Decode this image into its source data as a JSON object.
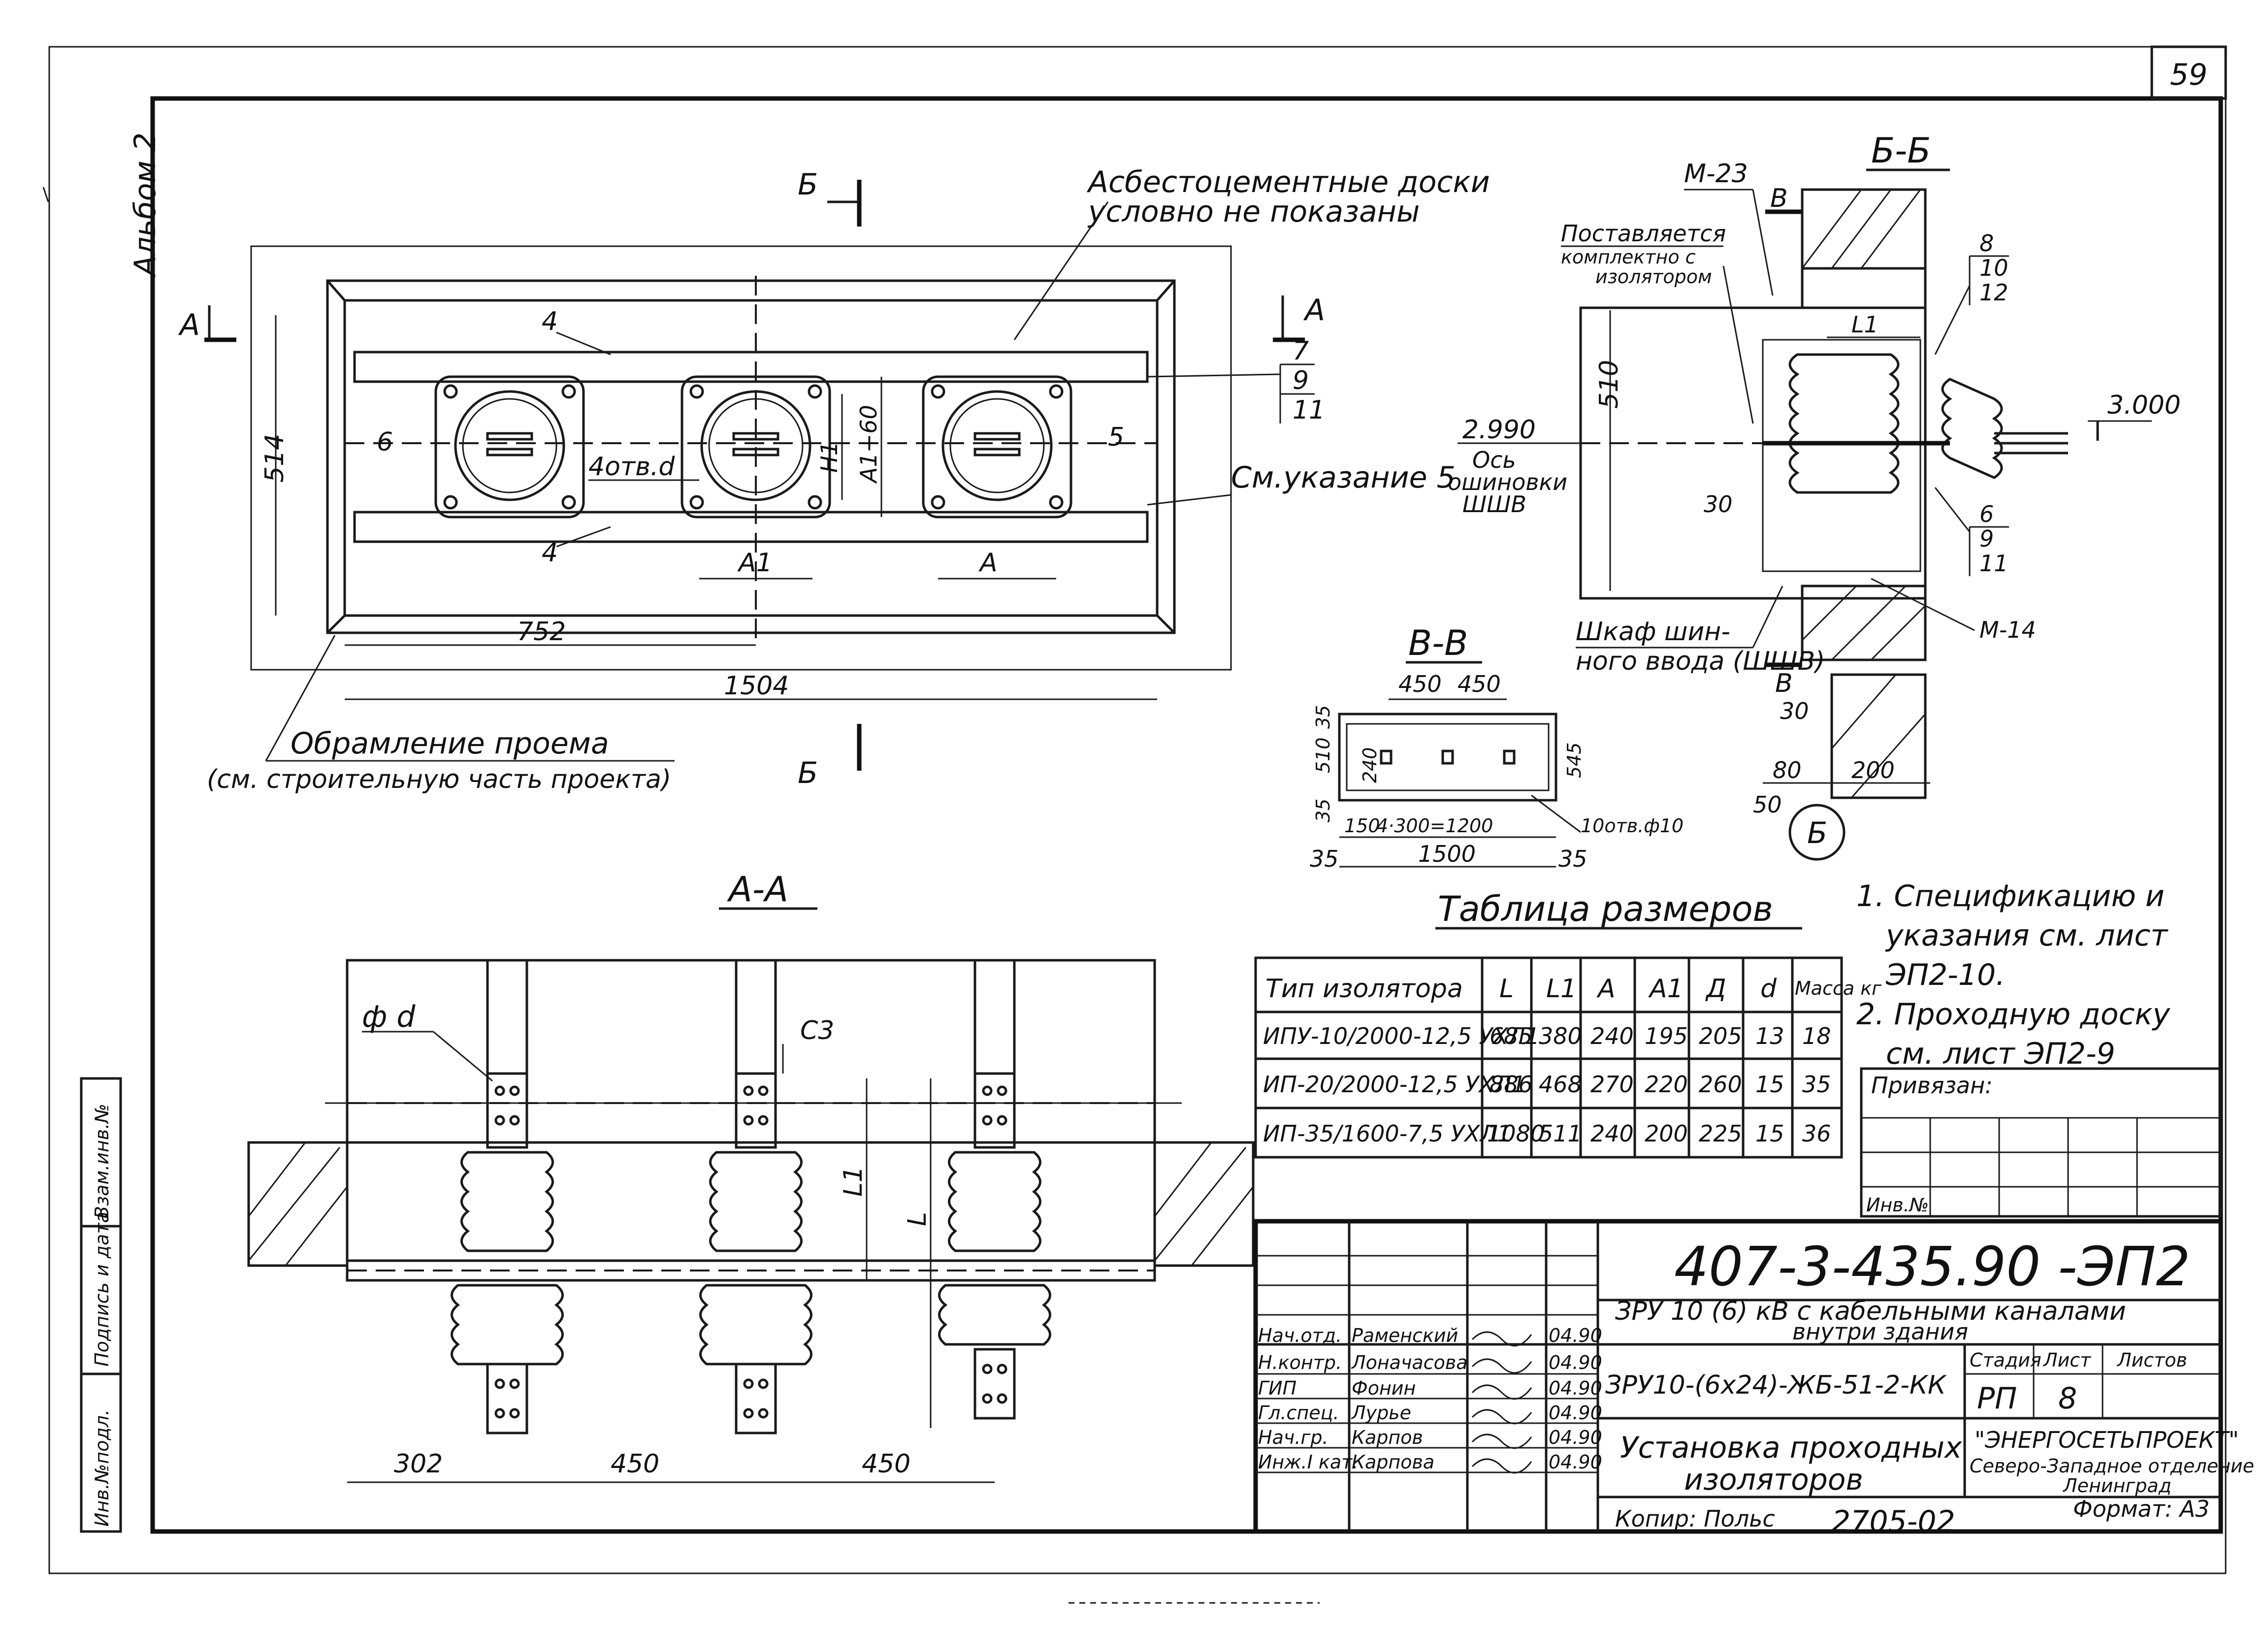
{
  "sheet": {
    "page_number": "59",
    "album": "Альбом 2"
  },
  "side_stamp": [
    "Инв.№подл.",
    "Подпись и дата",
    "Взам.инв.№"
  ],
  "plan": {
    "notes_top": [
      "Асбестоцементные доски",
      "условно не показаны"
    ],
    "section_a": "А",
    "section_b": "Б",
    "marks": {
      "m4": "4",
      "m7": "7",
      "m9": "9",
      "m11": "11",
      "m5": "5",
      "m6": "6"
    },
    "holes_label": "4отв.d",
    "ref_note": "См.указание 5",
    "dims": {
      "height": "514",
      "half": "752",
      "total": "1504",
      "a1": "А1",
      "a": "А",
      "h1": "H1",
      "a1_60": "А1+60"
    },
    "frame_note": [
      "Обрамление проема",
      "(см. строительную часть проекта)"
    ]
  },
  "section_bb": {
    "title": "Б-Б",
    "m23": "М-23",
    "b_mark": "В",
    "supply_note": [
      "Поставляется",
      "комплектно с",
      "изолятором"
    ],
    "elev_left": "2.990",
    "elev_right": "3.000",
    "axis_note": [
      "Ось",
      "ошиновки",
      "ШШВ"
    ],
    "dims": {
      "h510": "510",
      "d30": "30",
      "l1": "L1",
      "d80": "80",
      "d50": "50",
      "d200": "200",
      "d30b": "30"
    },
    "marks_top": [
      "8",
      "10",
      "12"
    ],
    "marks_bottom": [
      "6",
      "9",
      "11"
    ],
    "m14": "М-14",
    "cabinet_note": [
      "Шкаф шин-",
      "ного ввода (ШШВ)"
    ],
    "detail": "Б"
  },
  "section_vv": {
    "title": "В-В",
    "d450a": "450",
    "d450b": "450",
    "d35a": "35",
    "d510": "510",
    "d240": "240",
    "d35b": "35",
    "d545": "545",
    "d150": "150",
    "d_span": "4·300=1200",
    "d1500": "1500",
    "d35c": "35",
    "d35d": "35",
    "holes": "10отв.ф10"
  },
  "section_aa": {
    "title": "А-А",
    "phi_d": "ф d",
    "c3": "С3",
    "l1": "L1",
    "l": "L",
    "d302": "302",
    "d450a": "450",
    "d450b": "450"
  },
  "size_table": {
    "title": "Таблица размеров",
    "headers": [
      "Тип изолятора",
      "L",
      "L1",
      "А",
      "А1",
      "Д",
      "d",
      "Масса кг"
    ],
    "rows": [
      [
        "ИПУ-10/2000-12,5 УХЛ1",
        "685",
        "380",
        "240",
        "195",
        "205",
        "13",
        "18"
      ],
      [
        "ИП-20/2000-12,5 УХЛ1",
        "886",
        "468",
        "270",
        "220",
        "260",
        "15",
        "35"
      ],
      [
        "ИП-35/1600-7,5 УХЛ1",
        "1080",
        "511",
        "240",
        "200",
        "225",
        "15",
        "36"
      ]
    ]
  },
  "notes": [
    "1. Спецификацию и",
    "указания см. лист",
    "ЭП2-10.",
    "2. Проходную доску",
    "см. лист ЭП2-9"
  ],
  "binding": {
    "label": "Привязан:",
    "inv": "Инв.№"
  },
  "title_block": {
    "doc_code": "407-3-435.90 -ЭП2",
    "project": [
      "ЗРУ 10 (6) кВ с кабельными каналами",
      "внутри здания"
    ],
    "variant": "ЗРУ10-(6х24)-ЖБ-51-2-КК",
    "drawing_title": [
      "Установка проходных",
      "изоляторов"
    ],
    "stage_hdr": "Стадия",
    "sheet_hdr": "Лист",
    "sheets_hdr": "Листов",
    "stage": "РП",
    "sheet": "8",
    "org": [
      "\"ЭНЕРГОСЕТЬПРОЕКТ\"",
      "Северо-Западное отделение",
      "Ленинград"
    ],
    "staff": [
      {
        "role": "Нач.отд.",
        "name": "Раменский",
        "date": "04.90"
      },
      {
        "role": "Н.контр.",
        "name": "Лоначасова",
        "date": "04.90"
      },
      {
        "role": "ГИП",
        "name": "Фонин",
        "date": "04.90"
      },
      {
        "role": "Гл.спец.",
        "name": "Лурье",
        "date": "04.90"
      },
      {
        "role": "Нач.гр.",
        "name": "Карпов",
        "date": "04.90"
      },
      {
        "role": "Инж.I кат.",
        "name": "Карпова",
        "date": "04.90"
      }
    ]
  },
  "footer": {
    "copier": "Копир: Польс",
    "number": "2705-02",
    "format": "Формат: А3"
  }
}
